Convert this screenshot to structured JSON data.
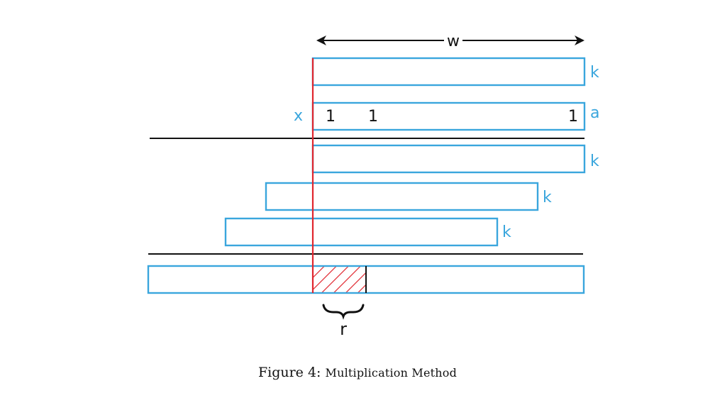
{
  "diagram": {
    "width_label": "w",
    "row_labels": {
      "k_top": "k",
      "a": "a",
      "k_1": "k",
      "k_2": "k",
      "k_3": "k"
    },
    "multiplier_label": "x",
    "bits": [
      "1",
      "1",
      "1"
    ],
    "r_label": "r",
    "colors": {
      "box": "#3aa6dd",
      "red_line": "#e0262e",
      "hatch": "#e0262e",
      "rule": "#111111"
    }
  },
  "caption": {
    "figure_label": "Figure 4:",
    "description": "Multiplication Method"
  }
}
